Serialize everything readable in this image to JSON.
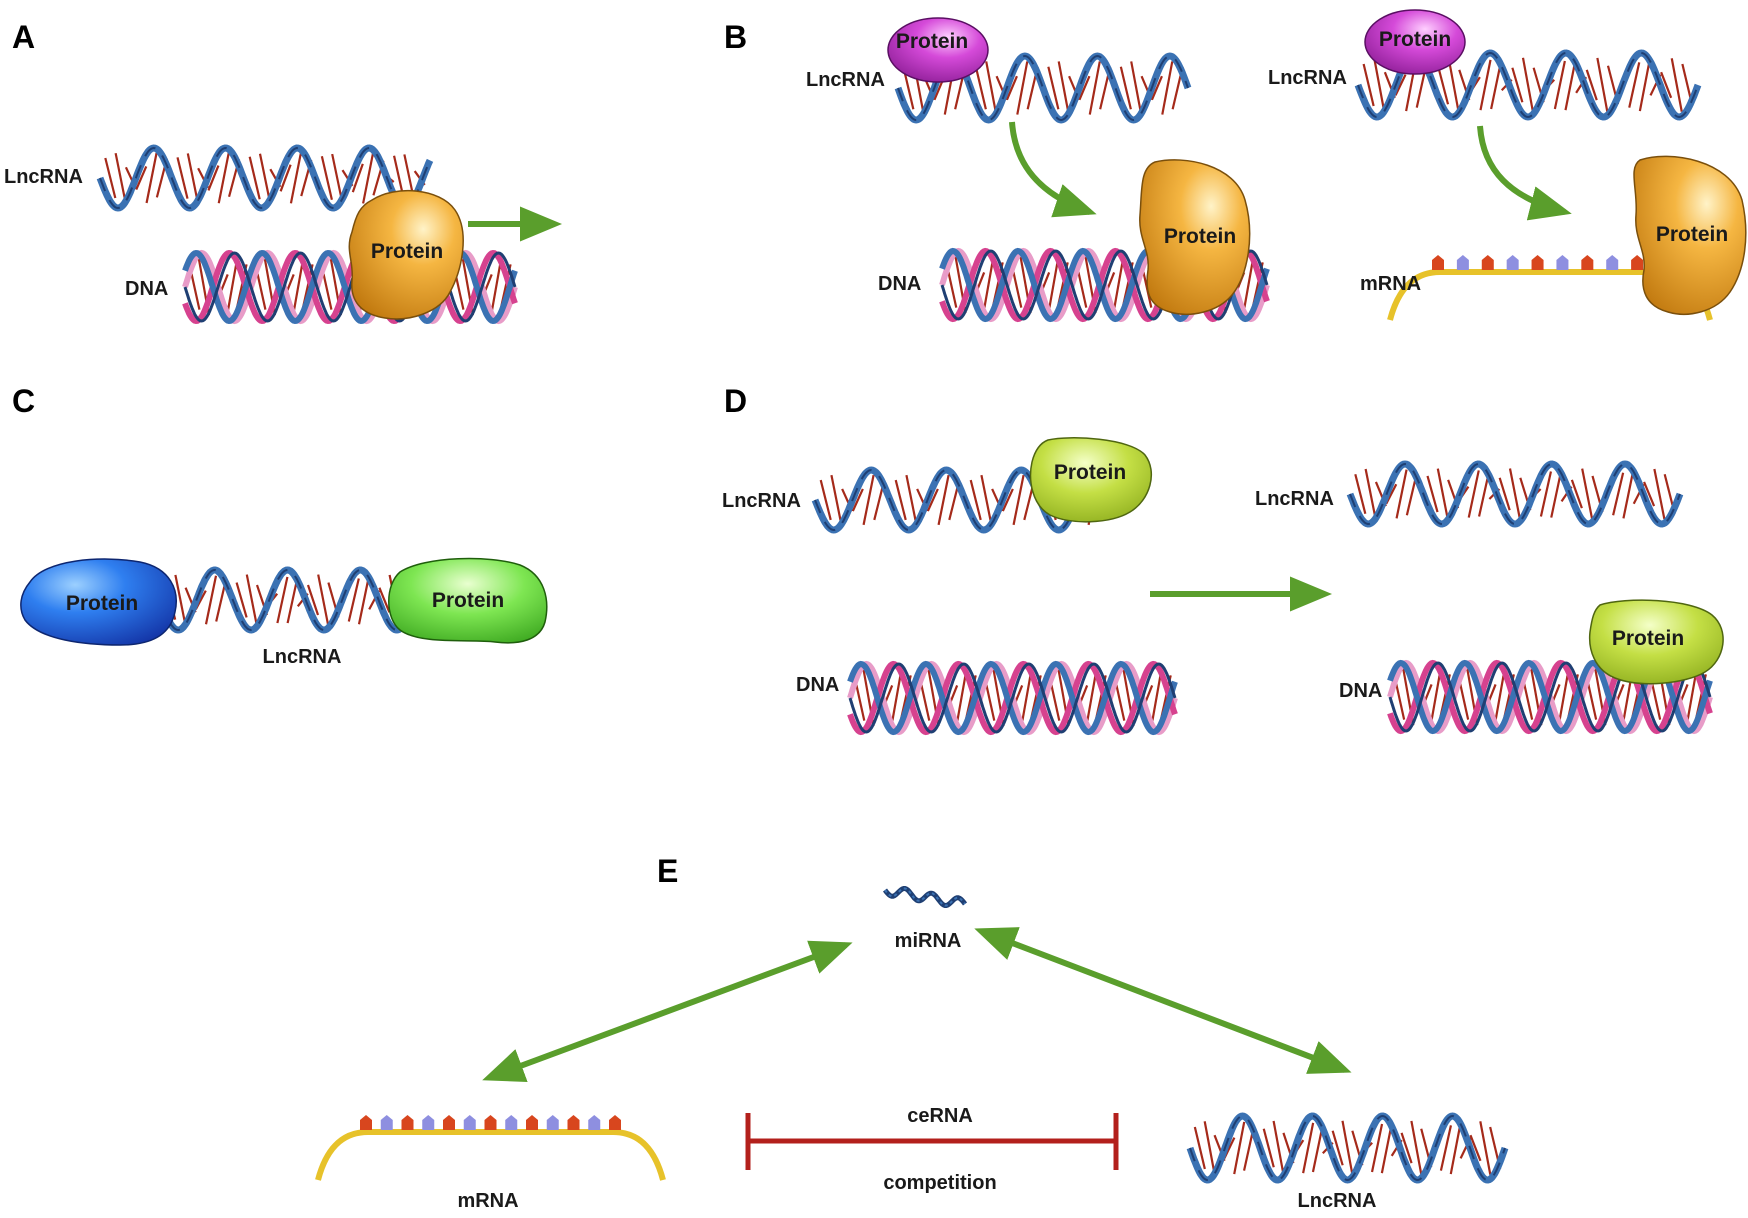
{
  "colors": {
    "rna_strand": "#3b72b3",
    "rna_strand_dark": "#1f3f73",
    "base_pair": "#a52a1a",
    "dna_strand_pink": "#d6428f",
    "dna_strand_lightpink": "#e89cc8",
    "mrna_backbone": "#e7c22a",
    "mrna_base_red": "#d8461e",
    "mrna_base_violet": "#8e8fe0",
    "arrow_green": "#5a9e2c",
    "inhibit_red": "#b3201c",
    "protein_orange": "#f2a52a",
    "protein_magenta": "#cf3ad3",
    "protein_blue": "#2b6fe6",
    "protein_green": "#6fe04a",
    "protein_yellowgreen": "#b7d83a"
  },
  "panels": {
    "a": {
      "letter": "A",
      "lncrna": "LncRNA",
      "dna": "DNA",
      "protein": "Protein"
    },
    "b": {
      "letter": "B",
      "left": {
        "lncrna": "LncRNA",
        "protein_top": "Protein",
        "dna": "DNA",
        "protein_bottom": "Protein"
      },
      "right": {
        "lncrna": "LncRNA",
        "protein_top": "Protein",
        "mrna": "mRNA",
        "protein_bottom": "Protein"
      }
    },
    "c": {
      "letter": "C",
      "protein_left": "Protein",
      "protein_right": "Protein",
      "lncrna": "LncRNA"
    },
    "d": {
      "letter": "D",
      "lncrna_left": "LncRNA",
      "protein_left": "Protein",
      "dna_left": "DNA",
      "lncrna_right": "LncRNA",
      "protein_right": "Protein",
      "dna_right": "DNA"
    },
    "e": {
      "letter": "E",
      "mirna": "miRNA",
      "mrna": "mRNA",
      "lncrna": "LncRNA",
      "cerna": "ceRNA",
      "competition": "competition"
    }
  }
}
